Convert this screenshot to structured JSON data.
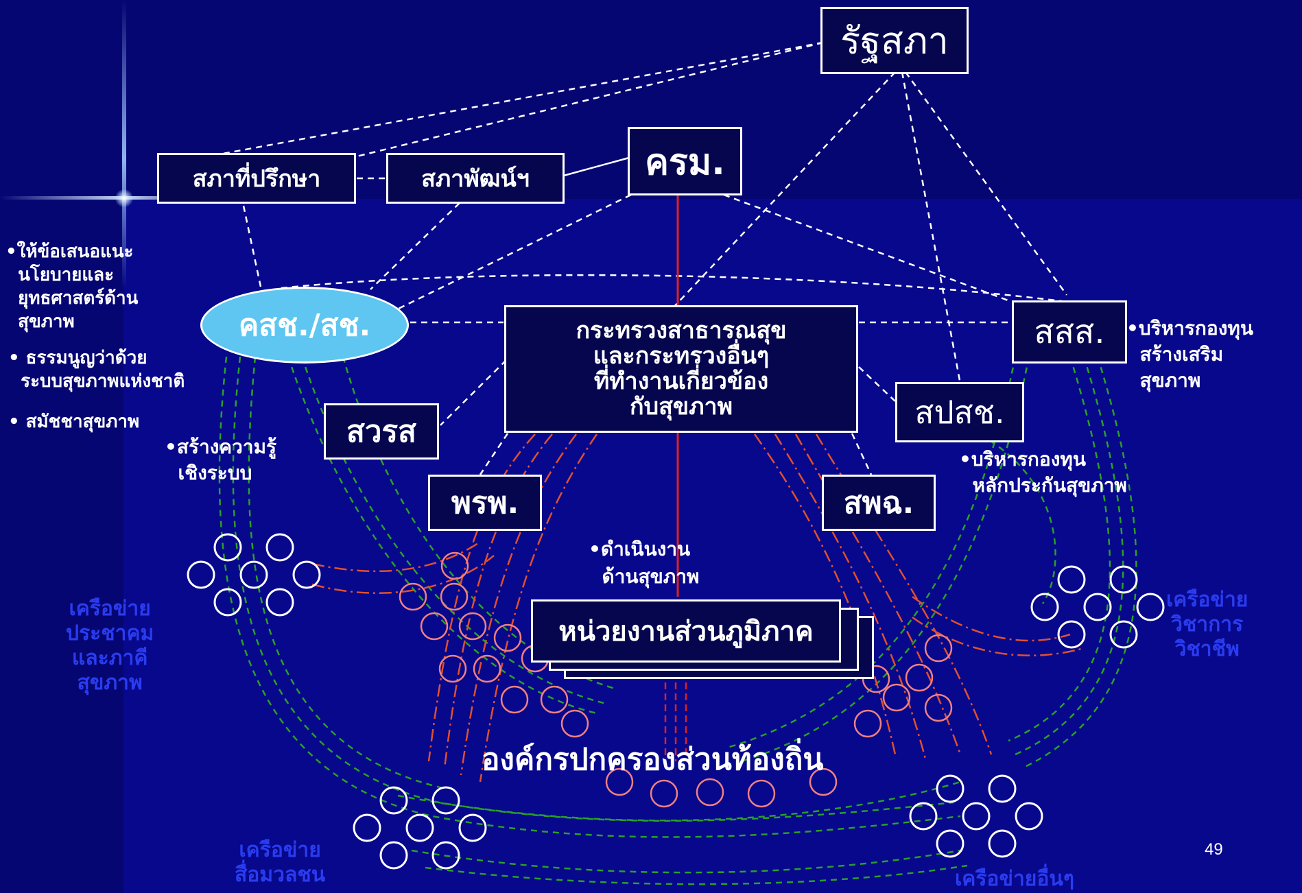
{
  "nodes": {
    "parliament": "รัฐสภา",
    "advisory_council": "สภาที่ปรึกษา",
    "development_council": "สภาพัฒน์ฯ",
    "cabinet": "ครม.",
    "nhc": "คสช./สช.",
    "ministry": "กระทรวงสาธารณสุข\nและกระทรวงอื่นๆ\nที่ทำงานเกี่ยวข้อง\nกับสุขภาพ",
    "thaihealth": "สสส.",
    "nhso": "สปสช.",
    "hsri": "สวรส",
    "ha": "พรพ.",
    "hsmo": "สพฉ.",
    "regional": "หน่วยงานส่วนภูมิภาค",
    "local_gov": "องค์กรปกครองส่วนท้องถิ่น"
  },
  "notes": {
    "nhc_1": "•ให้ข้อเสนอแนะ\n  นโยบายและ\n  ยุทธศาสตร์ด้าน\n  สุขภาพ",
    "nhc_2": "• ธรรมนูญว่าด้วย\n  ระบบสุขภาพแห่งชาติ",
    "nhc_3": "• สมัชชาสุขภาพ",
    "hsri": "•สร้างความรู้\n  เชิงระบบ",
    "thaihealth": "•บริหารกองทุน\n  สร้างเสริม\n  สุขภาพ",
    "nhso": "•บริหารกองทุน\n  หลักประกันสุขภาพ",
    "ministry": "•ดำเนินงาน\n  ด้านสุขภาพ"
  },
  "networks": {
    "civil": "เครือข่าย\nประชาคม\nและภาคี\nสุขภาพ",
    "academic": "เครือข่าย\nวิชาการ\nวิชาชีพ",
    "media": "เครือข่าย\nสื่อมวลชน",
    "other": "เครือข่ายอื่นๆ"
  },
  "page_number": "49",
  "colors": {
    "background": "#08088c",
    "box_fill": "#06064e",
    "ellipse_fill": "#5ec6f0",
    "network_label": "#2a3cf0",
    "red_line": "#e02020",
    "green_dash": "#2aa02a",
    "pink_circle": "#f08080"
  }
}
